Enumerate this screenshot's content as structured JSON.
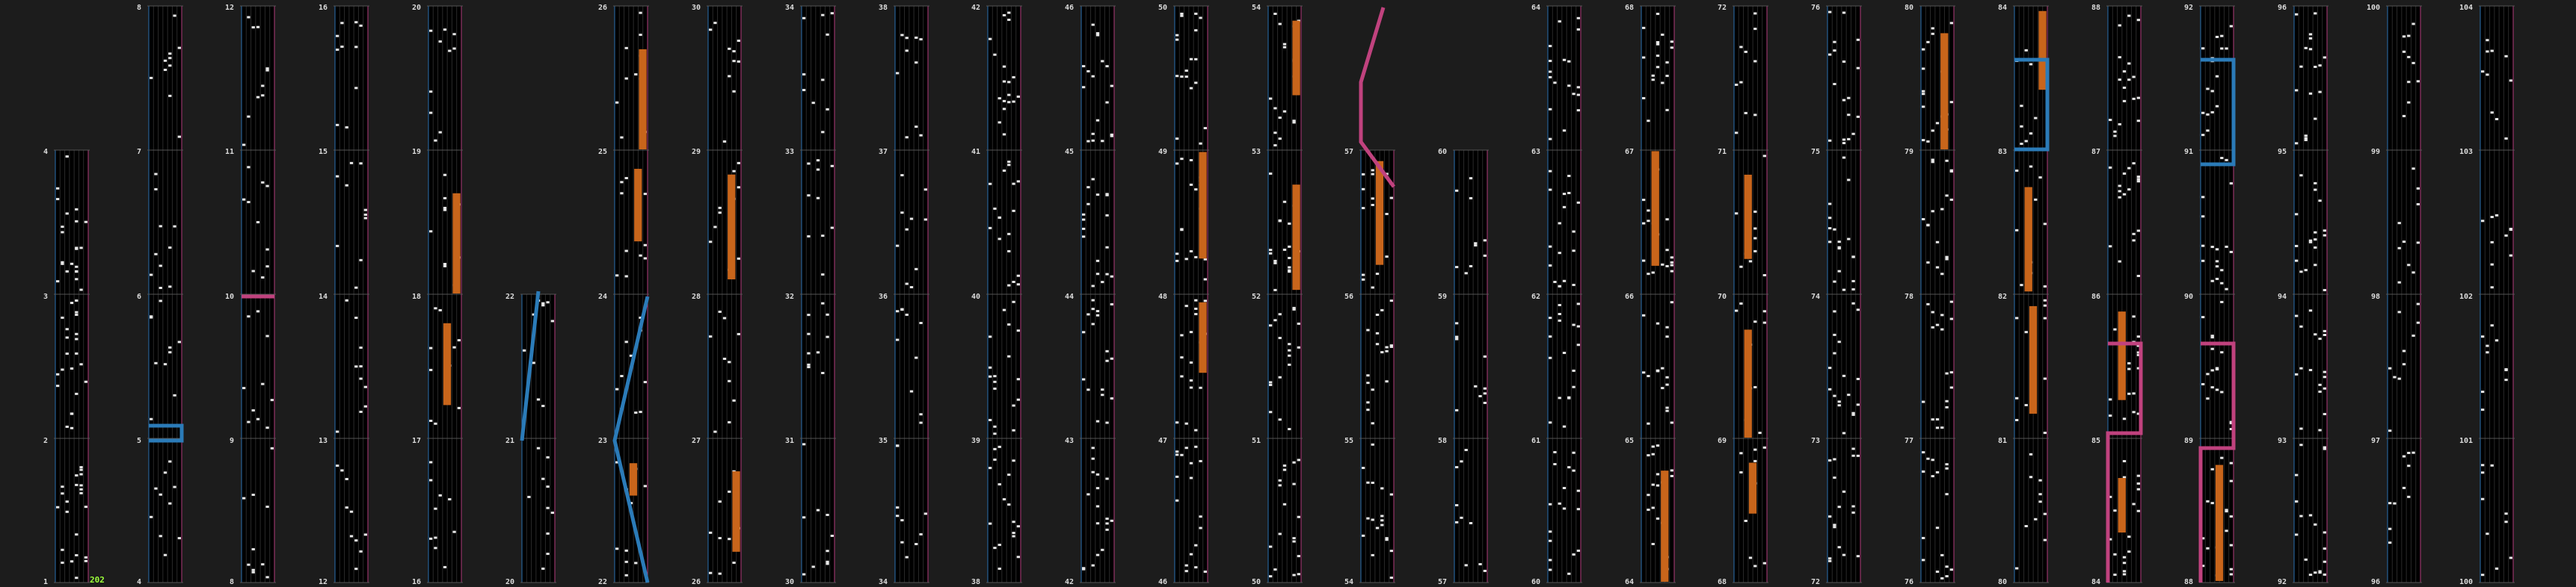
{
  "chart_data": {
    "type": "other",
    "description_free": true,
    "columns": 27,
    "rows_per_column": 4,
    "first_measure": 1,
    "last_measure": 104,
    "combo_label": "202",
    "labels": {
      "bottom_row": [
        "1",
        "4",
        "8",
        "12",
        "16",
        "20",
        "22",
        "26",
        "30",
        "34",
        "38",
        "42",
        "46",
        "50",
        "54",
        "57",
        "60",
        "64",
        "68",
        "72",
        "76",
        "80",
        "84",
        "88",
        "92",
        "96",
        "100"
      ],
      "row2": [
        "2",
        "5",
        "9",
        "13",
        "17",
        "21",
        "23",
        "27",
        "31",
        "35",
        "39",
        "43",
        "47",
        "51",
        "55",
        "58",
        "61",
        "65",
        "69",
        "73",
        "77",
        "81",
        "85",
        "89",
        "93",
        "97",
        "101"
      ],
      "row3": [
        "3",
        "6",
        "10",
        "14",
        "18",
        "22",
        "24",
        "28",
        "32",
        "36",
        "40",
        "44",
        "48",
        "52",
        "56",
        "59",
        "62",
        "66",
        "70",
        "74",
        "78",
        "82",
        "86",
        "90",
        "94",
        "98",
        "102"
      ],
      "row4": [
        "4",
        "7",
        "11",
        "15",
        "19",
        "",
        "25",
        "29",
        "33",
        "37",
        "41",
        "45",
        "49",
        "53",
        "57",
        "60",
        "63",
        "67",
        "71",
        "75",
        "79",
        "83",
        "87",
        "91",
        "95",
        "99",
        "103"
      ],
      "top_row": [
        "",
        "8",
        "12",
        "16",
        "20",
        "",
        "26",
        "30",
        "34",
        "38",
        "42",
        "46",
        "50",
        "54",
        "",
        "",
        "64",
        "68",
        "72",
        "76",
        "80",
        "84",
        "88",
        "92",
        "96",
        "100",
        "104"
      ]
    },
    "colors": {
      "background": "#1c1c1c",
      "lane": "#000000",
      "lane_grid": "#2a2a2a",
      "left_border": "#2a6fb0",
      "right_border": "#b03a7a",
      "note": "#e8e8e8",
      "hold": "#c8651b",
      "scratch_blue": "#2b7bb8",
      "scratch_pink": "#c0427e"
    },
    "icons": []
  }
}
